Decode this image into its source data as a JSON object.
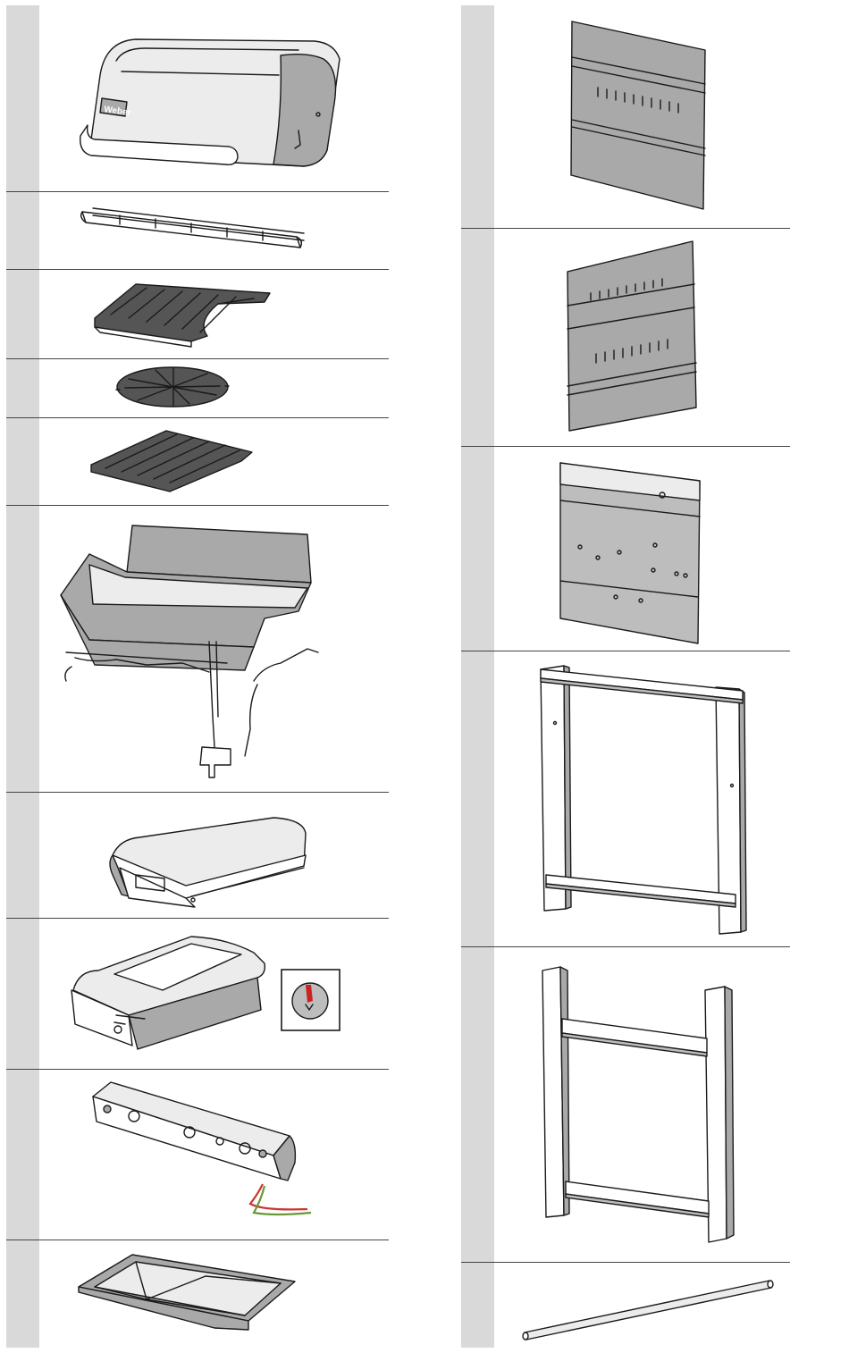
{
  "parts_left": [
    {
      "id": "lid",
      "number": ""
    },
    {
      "id": "warming-rack",
      "number": ""
    },
    {
      "id": "cooking-grate-cutout",
      "number": ""
    },
    {
      "id": "round-grate-insert",
      "number": ""
    },
    {
      "id": "cooking-grate-small",
      "number": ""
    },
    {
      "id": "cookbox-assembly",
      "number": ""
    },
    {
      "id": "side-table-left",
      "number": ""
    },
    {
      "id": "side-burner-table",
      "number": ""
    },
    {
      "id": "control-panel",
      "number": ""
    },
    {
      "id": "grease-tray",
      "number": ""
    }
  ],
  "parts_right": [
    {
      "id": "rear-panel-upper",
      "number": ""
    },
    {
      "id": "rear-panel-vented",
      "number": ""
    },
    {
      "id": "rear-panel-mounting",
      "number": ""
    },
    {
      "id": "frame-left",
      "number": ""
    },
    {
      "id": "frame-right",
      "number": ""
    },
    {
      "id": "axle",
      "number": ""
    }
  ],
  "logo_text": "Weber"
}
